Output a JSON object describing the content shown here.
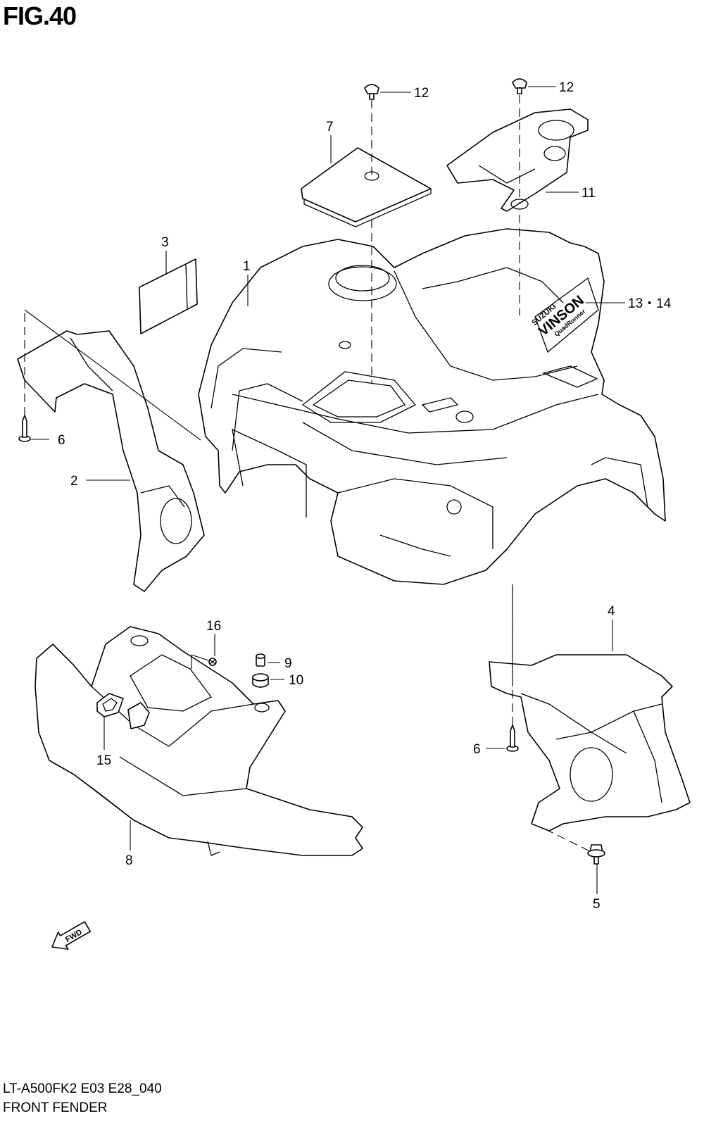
{
  "figure": {
    "title": "FIG.40",
    "model_code": "LT-A500FK2 E03 E28_040",
    "name": "FRONT FENDER"
  },
  "callouts": [
    {
      "id": "c12a",
      "text": "12"
    },
    {
      "id": "c12b",
      "text": "12"
    },
    {
      "id": "c7",
      "text": "7"
    },
    {
      "id": "c11",
      "text": "11"
    },
    {
      "id": "c3",
      "text": "3"
    },
    {
      "id": "c1",
      "text": "1"
    },
    {
      "id": "c1314",
      "text": "13・14"
    },
    {
      "id": "c6a",
      "text": "6"
    },
    {
      "id": "c2",
      "text": "2"
    },
    {
      "id": "c16",
      "text": "16"
    },
    {
      "id": "c9",
      "text": "9"
    },
    {
      "id": "c10",
      "text": "10"
    },
    {
      "id": "c4",
      "text": "4"
    },
    {
      "id": "c6b",
      "text": "6"
    },
    {
      "id": "c15",
      "text": "15"
    },
    {
      "id": "c8",
      "text": "8"
    },
    {
      "id": "c5",
      "text": "5"
    }
  ],
  "decal": {
    "brand": "SUZUKI",
    "model": "VINSON",
    "sub": "QuadRunner"
  },
  "fwd_arrow": {
    "label": "FWD",
    "icon": "forward-arrow-icon"
  }
}
